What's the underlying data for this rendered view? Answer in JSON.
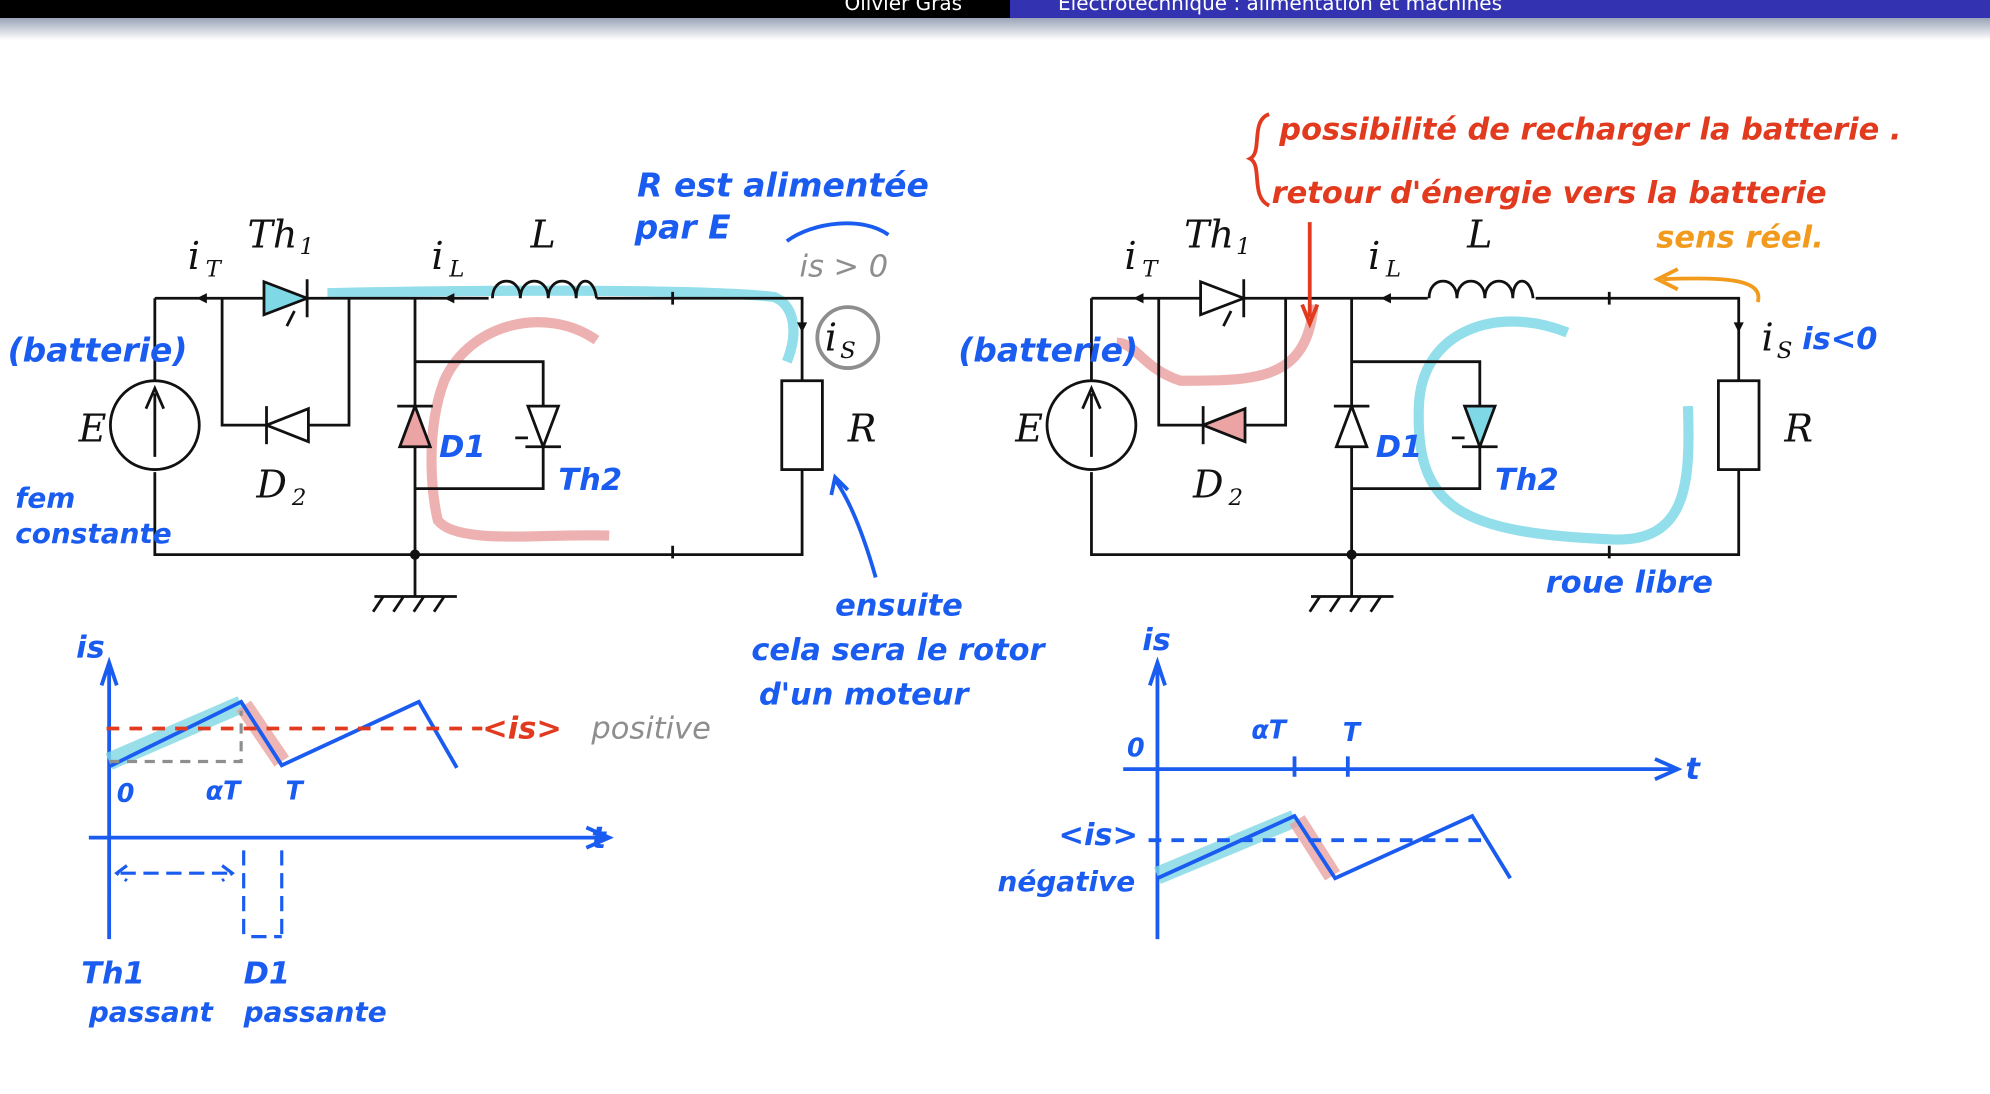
{
  "header": {
    "author": "Olivier Gras",
    "title": "Électrotechnique : alimentation et machines"
  },
  "colors": {
    "blue_ink": "#1a5cf0",
    "red_ink": "#e23a1e",
    "orange_ink": "#f29a1c",
    "cyan_highlight": "#7fd8e6",
    "pink_highlight": "#eba3a3",
    "header_blue": "#3333b2"
  },
  "circuit_labels": {
    "iT": "i",
    "iT_sub": "T",
    "Th1": "Th",
    "Th1_sub": "1",
    "iL": "i",
    "iL_sub": "L",
    "L": "L",
    "E": "E",
    "D2": "D",
    "D2_sub": "2",
    "R": "R",
    "iS": "i",
    "iS_sub": "S"
  },
  "left": {
    "batterie": "(batterie)",
    "fem1": "fem",
    "fem2": "constante",
    "r_alim1": "R est alimentée",
    "r_alim2": "par E",
    "is_pos": "is > 0",
    "d1": "D1",
    "th2": "Th2",
    "ensuite1": "ensuite",
    "ensuite2": "cela sera le rotor",
    "ensuite3": "d'un moteur",
    "graph": {
      "ylabel": "is",
      "xlabel": "t",
      "zero": "0",
      "aT": "αT",
      "T": "T",
      "avg": "<is>",
      "avg_note": "positive",
      "th1a": "Th1",
      "th1b": "passant",
      "d1a": "D1",
      "d1b": "passante"
    }
  },
  "right": {
    "recharge": "possibilité de recharger la batterie .",
    "retour": "retour d'énergie vers la batterie",
    "sens": "sens réel.",
    "batterie": "(batterie)",
    "is_neg": "is<0",
    "d1": "D1",
    "th2": "Th2",
    "roue": "roue libre",
    "graph": {
      "ylabel": "is",
      "xlabel": "t",
      "zero": "0",
      "aT": "αT",
      "T": "T",
      "avg": "<is>",
      "avg_note": "négative"
    }
  }
}
